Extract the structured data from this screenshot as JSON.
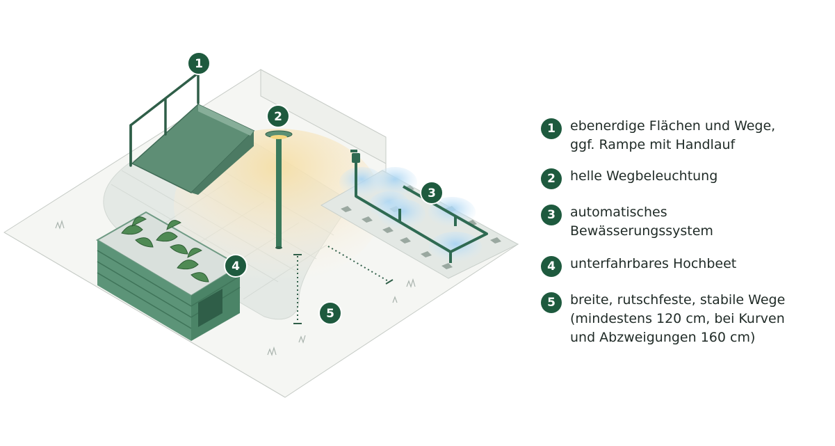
{
  "badge_color": "#1e5a3e",
  "legend": [
    {
      "num": "1",
      "lines": [
        "ebenerdige Flächen und Wege,",
        "ggf. Rampe mit Handlauf"
      ]
    },
    {
      "num": "2",
      "lines": [
        "helle Wegbeleuchtung"
      ]
    },
    {
      "num": "3",
      "lines": [
        "automatisches",
        "Bewässerungssystem"
      ]
    },
    {
      "num": "4",
      "lines": [
        "unterfahrbares Hochbeet"
      ]
    },
    {
      "num": "5",
      "lines": [
        "breite, rutschfeste, stabile Wege",
        "(mindestens 120 cm, bei Kurven",
        "und Abzweigungen 160 cm)"
      ]
    }
  ],
  "badges": [
    "1",
    "2",
    "3",
    "4",
    "5"
  ]
}
